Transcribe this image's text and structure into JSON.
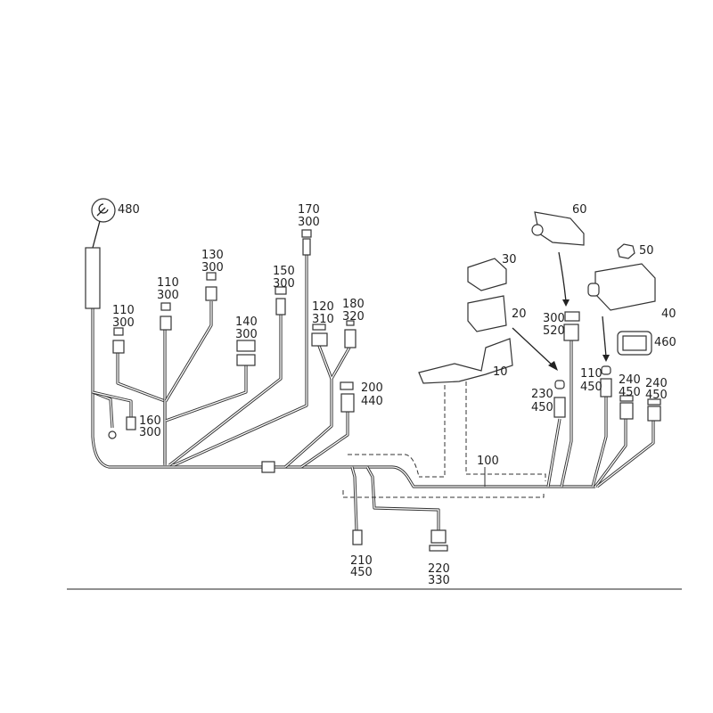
{
  "diagram": {
    "callouts": {
      "c480": "480",
      "c170": [
        "170",
        "300"
      ],
      "c130": [
        "130",
        "300"
      ],
      "c110a": [
        "110",
        "300"
      ],
      "c110b": [
        "110",
        "300"
      ],
      "c150": [
        "150",
        "300"
      ],
      "c140": [
        "140",
        "300"
      ],
      "c120": [
        "120",
        "310"
      ],
      "c180": [
        "180",
        "320"
      ],
      "c200": [
        "200",
        "440"
      ],
      "c160": [
        "160",
        "300"
      ],
      "c30": "30",
      "c20": "20",
      "c10": "10",
      "c60": "60",
      "c50": "50",
      "c40": "40",
      "c300": [
        "300",
        "520"
      ],
      "c460": "460",
      "c110c": [
        "110",
        "450"
      ],
      "c240a": [
        "240",
        "450"
      ],
      "c240b": [
        "240",
        "450"
      ],
      "c230": [
        "230",
        "450"
      ],
      "c100": "100",
      "c210": [
        "210",
        "450"
      ],
      "c220": [
        "220",
        "330"
      ]
    }
  }
}
